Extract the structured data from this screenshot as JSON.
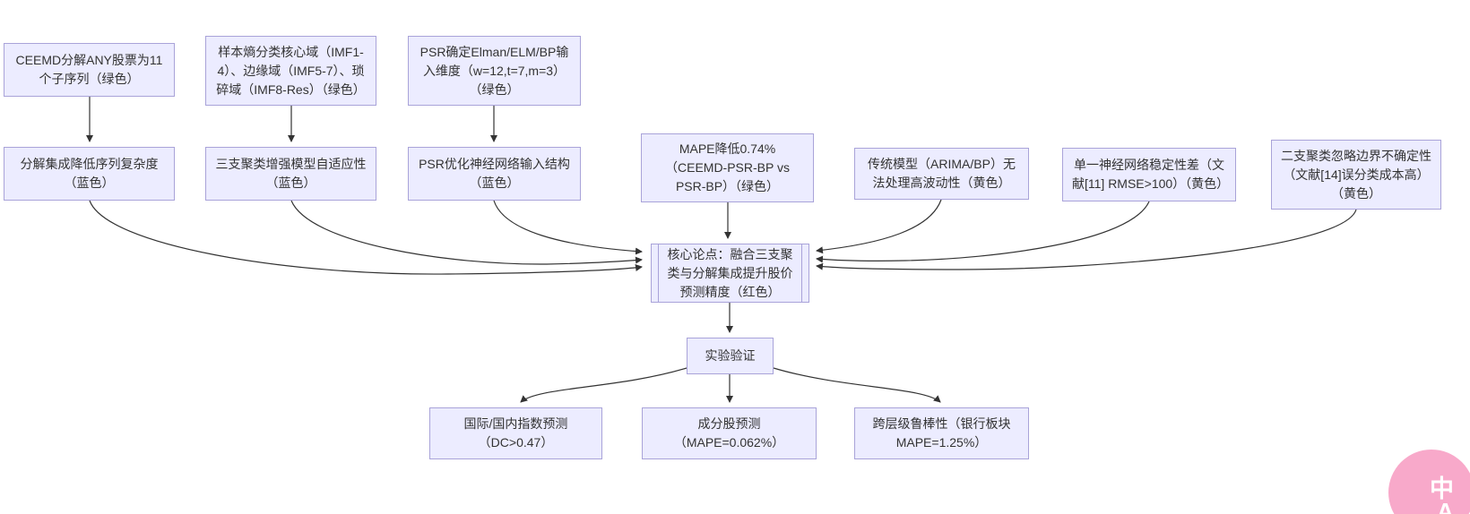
{
  "diagram": {
    "type": "flowchart",
    "colors": {
      "background": "#ffffff",
      "node_fill": "#ececff",
      "node_border": "#a9a3d9",
      "text": "#333333",
      "arrow": "#333333",
      "translate_button": "#f8a9ca"
    },
    "nodes": {
      "ceemd": {
        "label": "CEEMD分解ANY股票为11个子序列（绿色）"
      },
      "entropy": {
        "label": "样本熵分类核心域（IMF1-4）、边缘域（IMF5-7）、琐碎域（IMF8-Res）（绿色）"
      },
      "psr_dim": {
        "label": "PSR确定Elman/ELM/BP输入维度（w=12,t=7,m=3）（绿色）"
      },
      "decomp": {
        "label": "分解集成降低序列复杂度（蓝色）"
      },
      "twc": {
        "label": "三支聚类增强模型自适应性（蓝色）"
      },
      "psr_opt": {
        "label": "PSR优化神经网络输入结构（蓝色）"
      },
      "mape": {
        "label": "MAPE降低0.74%（CEEMD-PSR-BP vs PSR-BP）（绿色）"
      },
      "traditional": {
        "label": "传统模型（ARIMA/BP）无法处理高波动性（黄色）"
      },
      "single_nn": {
        "label": "单一神经网络稳定性差（文献[11] RMSE>100）（黄色）"
      },
      "two_way": {
        "label": "二支聚类忽略边界不确定性（文献[14]误分类成本高）（黄色）"
      },
      "core": {
        "label": "核心论点：融合三支聚类与分解集成提升股价预测精度（红色）"
      },
      "experiment": {
        "label": "实验验证"
      },
      "index": {
        "label": "国际/国内指数预测（DC>0.47）"
      },
      "constituent": {
        "label": "成分股预测（MAPE=0.062%）"
      },
      "robustness": {
        "label": "跨层级鲁棒性（银行板块MAPE=1.25%）"
      }
    },
    "edges": [
      {
        "from": "ceemd",
        "to": "decomp"
      },
      {
        "from": "entropy",
        "to": "twc"
      },
      {
        "from": "psr_dim",
        "to": "psr_opt"
      },
      {
        "from": "decomp",
        "to": "core"
      },
      {
        "from": "twc",
        "to": "core"
      },
      {
        "from": "psr_opt",
        "to": "core"
      },
      {
        "from": "mape",
        "to": "core"
      },
      {
        "from": "traditional",
        "to": "core"
      },
      {
        "from": "single_nn",
        "to": "core"
      },
      {
        "from": "two_way",
        "to": "core"
      },
      {
        "from": "core",
        "to": "experiment"
      },
      {
        "from": "experiment",
        "to": "index"
      },
      {
        "from": "experiment",
        "to": "constituent"
      },
      {
        "from": "experiment",
        "to": "robustness"
      }
    ]
  },
  "translate_button": {
    "zh": "中",
    "en": "A"
  }
}
